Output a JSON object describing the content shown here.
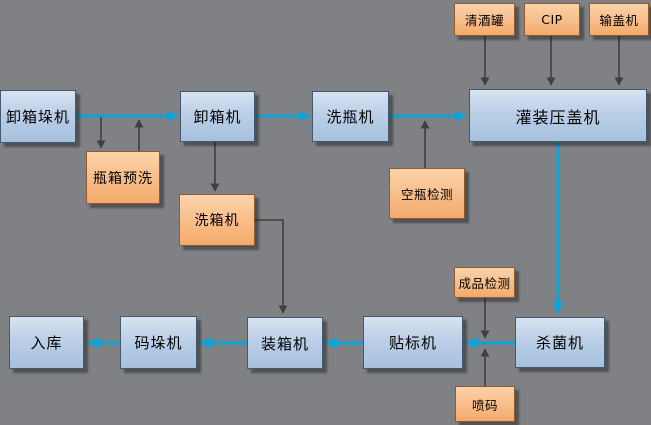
{
  "diagram_type": "flowchart",
  "colors": {
    "background": "#7f8184",
    "node_blue_fill_top": "#d6e3f1",
    "node_blue_fill_bottom": "#a6c1de",
    "node_blue_border": "#42596f",
    "node_orange_fill_top": "#fcd2aa",
    "node_orange_fill_bottom": "#f3aa6b",
    "node_orange_border": "#8e5a32",
    "arrow_main_flow": "#0ba3da",
    "arrow_auxiliary": "#3f3f3f",
    "text": "#000000"
  },
  "nodes": [
    {
      "id": "unloader-depalletizer",
      "label": "卸箱垛机",
      "type": "blue"
    },
    {
      "id": "crate-prewash",
      "label": "瓶箱预洗",
      "type": "orange"
    },
    {
      "id": "decrater",
      "label": "卸箱机",
      "type": "blue"
    },
    {
      "id": "crate-washer",
      "label": "洗箱机",
      "type": "orange"
    },
    {
      "id": "bottle-washer",
      "label": "洗瓶机",
      "type": "blue"
    },
    {
      "id": "empty-bottle-inspection",
      "label": "空瓶检测",
      "type": "orange"
    },
    {
      "id": "beer-tank",
      "label": "清酒罐",
      "type": "orange"
    },
    {
      "id": "cip",
      "label": "CIP",
      "type": "orange"
    },
    {
      "id": "cap-feeder",
      "label": "输盖机",
      "type": "orange"
    },
    {
      "id": "filler-capper",
      "label": "灌装压盖机",
      "type": "blue"
    },
    {
      "id": "sterilizer",
      "label": "杀菌机",
      "type": "blue"
    },
    {
      "id": "finished-product-inspection",
      "label": "成品检测",
      "type": "orange"
    },
    {
      "id": "inkjet-coder",
      "label": "喷码",
      "type": "orange"
    },
    {
      "id": "labeler",
      "label": "贴标机",
      "type": "blue"
    },
    {
      "id": "case-packer",
      "label": "装箱机",
      "type": "blue"
    },
    {
      "id": "palletizer",
      "label": "码垛机",
      "type": "blue"
    },
    {
      "id": "warehouse",
      "label": "入库",
      "type": "blue"
    }
  ],
  "edges": [
    {
      "from": "卸箱垛机",
      "to": "卸箱机",
      "style": "main-blue"
    },
    {
      "from": "卸箱机",
      "to": "洗瓶机",
      "style": "main-blue"
    },
    {
      "from": "洗瓶机",
      "to": "灌装压盖机",
      "style": "main-blue"
    },
    {
      "from": "灌装压盖机",
      "to": "杀菌机",
      "style": "main-blue"
    },
    {
      "from": "杀菌机",
      "to": "贴标机",
      "style": "main-blue"
    },
    {
      "from": "贴标机",
      "to": "装箱机",
      "style": "main-blue"
    },
    {
      "from": "装箱机",
      "to": "码垛机",
      "style": "main-blue"
    },
    {
      "from": "码垛机",
      "to": "入库",
      "style": "main-blue"
    },
    {
      "from": "卸箱垛机-卸箱机连线",
      "to": "瓶箱预洗",
      "style": "aux-dark"
    },
    {
      "from": "瓶箱预洗",
      "to": "卸箱垛机-卸箱机连线",
      "style": "aux-dark"
    },
    {
      "from": "卸箱机",
      "to": "洗箱机",
      "style": "aux-dark"
    },
    {
      "from": "洗箱机",
      "to": "装箱机",
      "style": "aux-dark"
    },
    {
      "from": "空瓶检测",
      "to": "洗瓶机-灌装压盖机连线",
      "style": "aux-dark"
    },
    {
      "from": "清酒罐",
      "to": "灌装压盖机",
      "style": "aux-dark"
    },
    {
      "from": "CIP",
      "to": "灌装压盖机",
      "style": "aux-dark"
    },
    {
      "from": "输盖机",
      "to": "灌装压盖机",
      "style": "aux-dark"
    },
    {
      "from": "成品检测",
      "to": "杀菌机-贴标机连线",
      "style": "aux-dark"
    },
    {
      "from": "喷码",
      "to": "杀菌机-贴标机连线",
      "style": "aux-dark"
    }
  ]
}
